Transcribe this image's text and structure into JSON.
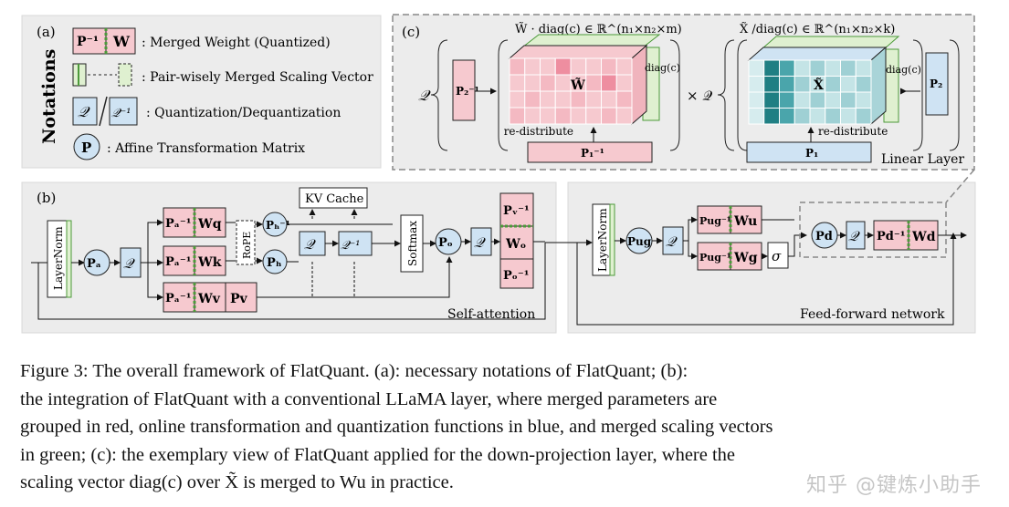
{
  "panel_a": {
    "tag": "(a)",
    "title": "Notations",
    "box_pinv": "P⁻¹",
    "box_w": "W",
    "merged_weight": ": Merged Weight (Quantized)",
    "merged_scaling": ": Pair-wisely Merged Scaling Vector",
    "q_sym": "𝒬",
    "qinv_sym": "𝒬⁻¹",
    "quant": ": Quantization/Dequantization",
    "p_sym": "P",
    "affine": ": Affine Transformation Matrix"
  },
  "panel_b": {
    "tag": "(b)",
    "layernorm": "LayerNorm",
    "pa": "Pₐ",
    "q": "𝒬",
    "pa_inv": "Pₐ⁻¹",
    "wq": "Wq",
    "wk": "Wk",
    "wv": "Wv",
    "pv": "Pv",
    "rope": "RoPE",
    "ph_inv": "Pₕ⁻¹",
    "ph": "Pₕ",
    "kv_cache": "KV Cache",
    "qinv": "𝒬⁻¹",
    "softmax": "Softmax",
    "po": "Pₒ",
    "pv_inv": "Pᵥ⁻¹",
    "wo": "Wₒ",
    "po_inv": "Pₒ⁻¹",
    "self_attention": "Self-attention",
    "pug": "Pug",
    "pug_inv": "Pug⁻¹",
    "wu": "Wu",
    "wg": "Wg",
    "sigma": "σ",
    "pd": "Pd",
    "pd_inv": "Pd⁻¹",
    "wd": "Wd",
    "ffn": "Feed-forward network"
  },
  "panel_c": {
    "tag": "(c)",
    "left_formula": "W̃ · diag(c) ∈ ℝ^(n₁×n₂×m)",
    "right_formula": "X̃ /diag(c) ∈ ℝ^(n₁×n₂×k)",
    "q": "𝒬",
    "p2_inv": "P₂⁻¹",
    "w_tilde": "W̃",
    "x_tilde": "X̃",
    "diag_c": "diag(c)",
    "times_q": "× 𝒬",
    "redistribute": "re-distribute",
    "p1_inv": "P₁⁻¹",
    "p1": "P₁",
    "p2": "P₂",
    "linear_layer": "Linear Layer"
  },
  "caption": {
    "lines": [
      "Figure 3: The overall framework of FlatQuant. (a): necessary notations of FlatQuant; (b):",
      "the integration of FlatQuant with a conventional LLaMA layer, where merged parameters are",
      "grouped in red, online transformation and quantization functions in blue, and merged scaling vectors",
      "in green; (c): the exemplary view of FlatQuant applied for the down-projection layer, where the",
      "scaling vector diag(c) over X̃ is merged to Wu in practice."
    ]
  },
  "watermark": "知乎 @键炼小助手",
  "colors": {
    "red_fill": "#f6c9cf",
    "blue_fill": "#cfe3f3",
    "green_fill": "#dff0d0",
    "panel_bg": "#ececec",
    "teal_dark": "#1f7f83",
    "pink_dark": "#ee8ea0"
  }
}
